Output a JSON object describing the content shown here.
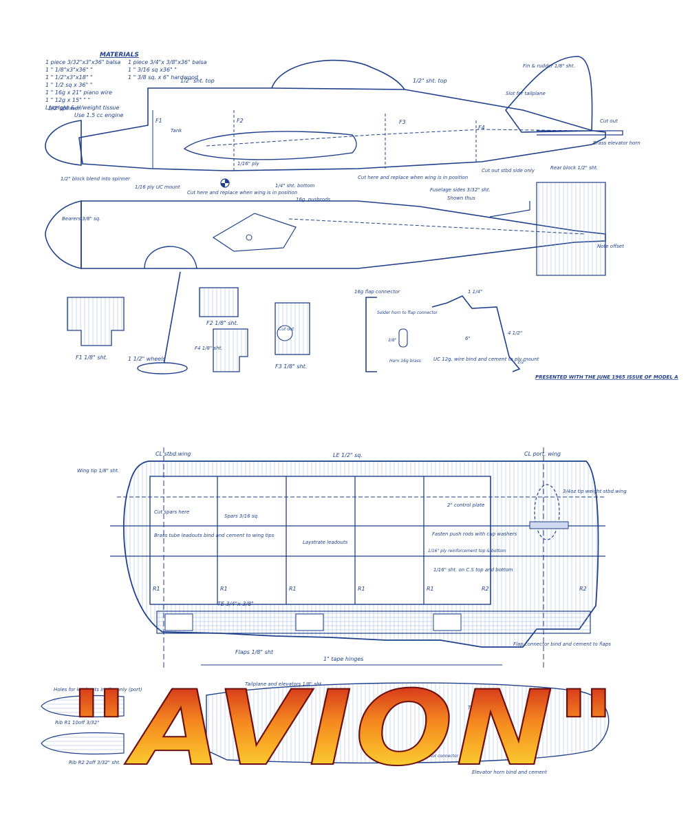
{
  "materials": {
    "title": "MATERIALS",
    "left": [
      "1 piece  3/32\"x3\"x36\" balsa",
      "1    \"      1/8\"x3\"x36\"    \"",
      "1    \"      1/2\"x3\"x18\"    \"",
      "1    \"      1/2 sq x 36\"    \"",
      "1    \"      16g x 21\"  piano wire",
      "1    \"      12g x 15\"      \"       \"",
      "L/weight & H/weight tissue"
    ],
    "right": [
      "1 piece  3/4\"x 3/8\"x36\" balsa",
      "1    \"      3/16 sq x36\"     \"",
      "1    \"      3/8 sq. x 6\"  hardwood"
    ],
    "engine": "Use 1.5 cc engine"
  },
  "fuselage_side": {
    "spinner": "1/2\"spinner",
    "sheet_top_front": "1/2\" sht. top",
    "sheet_top_rear": "1/2\" sht. top",
    "fin_rudder": "Fin & rudder 1/8\" sht.",
    "slot_tailplane": "Slot for tailplane",
    "cut_out": "Cut out",
    "brass_horn": "Brass elevator horn",
    "rear_block": "Rear block 1/2\" sht.",
    "cut_out_stbd": "Cut out stbd side only",
    "cut_here_right": "Cut here and replace when wing is in position",
    "bottom": "1/4\" sht. bottom",
    "ply": "1/16\" ply",
    "cut_here_left": "Cut here and replace when wing is in position",
    "ply_uc": "1/16 ply UC mount",
    "block_blend": "1/2\" block blend into spinner",
    "tank": "Tank",
    "f1": "F1",
    "f2": "F2",
    "f3": "F3",
    "f4": "F4",
    "fuselage_sides": "Fuselage sides 3/32\" sht.",
    "shown_thus": "Shown thus"
  },
  "fuselage_top": {
    "bearers": "Bearers 3/8\" sq.",
    "pushrods": "16g. pushrods",
    "note_offset": "Note offset"
  },
  "parts": {
    "f1": "F1  1/8\" sht.",
    "f2": "F2  1/8\" sht.",
    "f4": "F4 1/8\" sht.",
    "f3": "F3  1/8\" sht.",
    "cut_out": "Cut out",
    "wheels": "1 1/2\" wheels",
    "flap_connector": "16g flap connector",
    "solder_horn": "Solder horn to flap connector",
    "dim_38": "3/8\"",
    "horn": "Horn 16g brass",
    "dim_114": "1 1/4\"",
    "dim_6": "6\"",
    "dim_412": "4 1/2\"",
    "dim_12": "1/2\"",
    "uc": "UC 12g. wire bind and cement to ply mount"
  },
  "presented": "PRESENTED WITH THE JUNE 1965 ISSUE OF MODEL A",
  "wing": {
    "cl_stbd": "CL stbd.wing",
    "le": "LE 1/2\" sq.",
    "cl_port": "CL port. wing",
    "wing_tip": "Wing tip 1/8\" sht.",
    "tip_weight": "3/4oz tip weight stbd.wing",
    "control_plate": "2\" control plate",
    "cut_spars": "Cut spars here",
    "spars": "Spars 3/16 sq.",
    "brass_tube": "Brass tube leadouts bind and cement to wing tips",
    "laystrate": "Laystrate leadouts",
    "fasten": "Fasten push rods with cup washers",
    "reinforcement": "1/16\" ply reinforcement top & bottom",
    "sht_cs": "1/16\" sht. on C.S top and bottom",
    "r1": "R1",
    "r2": "R2",
    "te": "TE 3/4\"x 3/8\"",
    "flaps": "Flaps 1/8\" sht",
    "tape_hinges": "1\" tape hinges",
    "flap_conn": "Flap connector bind and cement to flaps"
  },
  "bottom": {
    "holes": "Holes for lead outs in ribs only (port)",
    "tailplane": "Tailplane and elevators 1/8\" sht.",
    "rib_r1": "Rib R1  10off  3/32\"",
    "rib_r2": "Rib R2  2off  3/32\" sht.",
    "tape_hinge": "Tape hinge",
    "elev_connector": "16g Elevator connector",
    "elev_horn": "Elevator horn bind and cement"
  },
  "logo": "\"AVION\"",
  "colors": {
    "ink": "#1d3f8c",
    "wood": "#8aa6d6",
    "logo_top": "#d1161a",
    "logo_mid": "#f58a1f",
    "logo_low": "#ffe23a"
  }
}
